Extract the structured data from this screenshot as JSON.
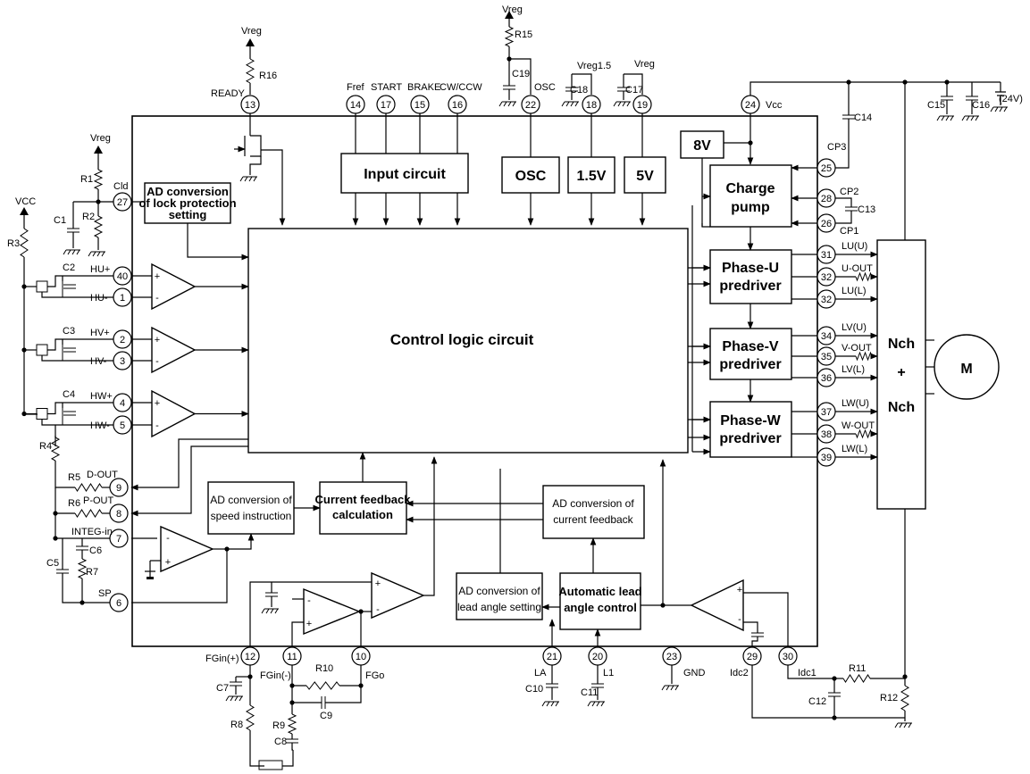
{
  "blocks": {
    "control_logic": "Control logic circuit",
    "input_circuit": "Input circuit",
    "osc": "OSC",
    "v15": "1.5V",
    "v5": "5V",
    "v8": "8V",
    "charge_pump_1": "Charge",
    "charge_pump_2": "pump",
    "ad_lock_1": "AD conversion",
    "ad_lock_2": "of lock protection",
    "ad_lock_3": "setting",
    "phase_u_1": "Phase-U",
    "phase_u_2": "predriver",
    "phase_v_1": "Phase-V",
    "phase_v_2": "predriver",
    "phase_w_1": "Phase-W",
    "phase_w_2": "predriver",
    "ad_speed_1": "AD conversion of",
    "ad_speed_2": "speed instruction",
    "cur_fb_calc_1": "Current feedback",
    "cur_fb_calc_2": "calculation",
    "ad_cur_fb_1": "AD conversion of",
    "ad_cur_fb_2": "current feedback",
    "ad_lead_1": "AD conversion of",
    "ad_lead_2": "lead angle setting",
    "auto_lead_1": "Automatic lead",
    "auto_lead_2": "angle control",
    "nch_top": "Nch",
    "nch_plus": "+",
    "nch_bottom": "Nch",
    "motor": "M"
  },
  "pins": {
    "p13": "13",
    "p14": "14",
    "p17": "17",
    "p15": "15",
    "p16": "16",
    "p22": "22",
    "p18": "18",
    "p19": "19",
    "p24": "24",
    "p27": "27",
    "p40": "40",
    "p1": "1",
    "p2": "2",
    "p3": "3",
    "p4": "4",
    "p5": "5",
    "p9": "9",
    "p8": "8",
    "p7": "7",
    "p6": "6",
    "p12": "12",
    "p11": "11",
    "p10": "10",
    "p21": "21",
    "p20": "20",
    "p23": "23",
    "p29": "29",
    "p30": "30",
    "p25": "25",
    "p28": "28",
    "p26": "26",
    "p31": "31",
    "p32": "32",
    "p33": "32",
    "p34": "34",
    "p35": "35",
    "p36": "36",
    "p37": "37",
    "p38": "38",
    "p39": "39"
  },
  "labels": {
    "ready": "READY",
    "fref": "Fref",
    "start": "START",
    "brake": "BRAKE",
    "cwccw": "CW/CCW",
    "osc_pin": "OSC",
    "vcc_pin": "Vcc",
    "cld": "Cld",
    "hu_plus": "HU+",
    "hu_minus": "HU-",
    "hv_plus": "HV+",
    "hv_minus": "HV-",
    "hw_plus": "HW+",
    "hw_minus": "HW-",
    "d_out": "D-OUT",
    "p_out": "P-OUT",
    "integ_in": "INTEG-in",
    "sp": "SP",
    "fgin_p": "FGin(+)",
    "fgin_m": "FGin(-)",
    "fgo": "FGo",
    "la": "LA",
    "l1": "L1",
    "gnd": "GND",
    "idc2": "Idc2",
    "idc1": "Idc1",
    "cp3": "CP3",
    "cp2": "CP2",
    "cp1": "CP1",
    "lu_u": "LU(U)",
    "u_out": "U-OUT",
    "lu_l": "LU(L)",
    "lv_u": "LV(U)",
    "v_out": "V-OUT",
    "lv_l": "LV(L)",
    "lw_u": "LW(U)",
    "w_out": "W-OUT",
    "lw_l": "LW(L)",
    "vreg_r16": "Vreg",
    "vreg_r15": "Vreg",
    "vreg15": "Vreg1.5",
    "vreg_c17": "Vreg",
    "vreg_r1": "Vreg",
    "vcc_r3": "VCC",
    "v24": "(24V)"
  },
  "components": {
    "r1": "R1",
    "r2": "R2",
    "r3": "R3",
    "r4": "R4",
    "r5": "R5",
    "r6": "R6",
    "r7": "R7",
    "r8": "R8",
    "r9": "R9",
    "r10": "R10",
    "r11": "R11",
    "r12": "R12",
    "r15": "R15",
    "r16": "R16",
    "c1": "C1",
    "c2": "C2",
    "c3": "C3",
    "c4": "C4",
    "c5": "C5",
    "c6": "C6",
    "c7": "C7",
    "c8": "C8",
    "c9": "C9",
    "c10": "C10",
    "c11": "C11",
    "c12": "C12",
    "c13": "C13",
    "c14": "C14",
    "c15": "C15",
    "c16": "C16",
    "c17": "C17",
    "c18": "C18",
    "c19": "C19"
  },
  "op_signs": {
    "plus": "+",
    "minus": "-"
  }
}
